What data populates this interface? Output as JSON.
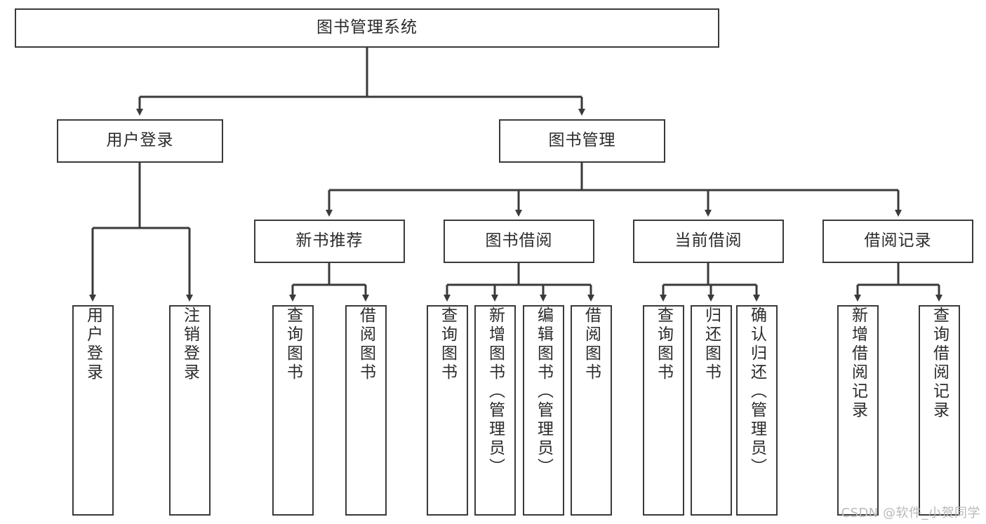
{
  "diagram": {
    "title": "图书管理系统",
    "type": "hierarchy-tree",
    "watermark": "CSDN @软件_小贺同学",
    "colors": {
      "box_border": "#3a3a3a",
      "box_fill": "#ffffff",
      "connector": "#3a3a3a",
      "text": "#2b2b2b",
      "watermark": "#b9b9b9"
    },
    "nodes": {
      "root": {
        "label": "图书管理系统"
      },
      "level2": [
        {
          "id": "user_login",
          "label": "用户登录"
        },
        {
          "id": "book_mgmt",
          "label": "图书管理"
        }
      ],
      "level3": [
        {
          "id": "new_book_rec",
          "label": "新书推荐"
        },
        {
          "id": "book_borrow",
          "label": "图书借阅"
        },
        {
          "id": "current_borrow",
          "label": "当前借阅"
        },
        {
          "id": "borrow_record",
          "label": "借阅记录"
        }
      ],
      "leaves": {
        "user_login": [
          {
            "id": "leaf_user_login",
            "label": "用户登录"
          },
          {
            "id": "leaf_user_logout",
            "label": "注销登录"
          }
        ],
        "new_book_rec": [
          {
            "id": "leaf_query_book_1",
            "label": "查询图书"
          },
          {
            "id": "leaf_borrow_book_1",
            "label": "借阅图书"
          }
        ],
        "book_borrow": [
          {
            "id": "leaf_query_book_2",
            "label": "查询图书"
          },
          {
            "id": "leaf_add_book",
            "label": "新增图书（管理员）"
          },
          {
            "id": "leaf_edit_book",
            "label": "编辑图书（管理员）"
          },
          {
            "id": "leaf_borrow_book_2",
            "label": "借阅图书"
          }
        ],
        "current_borrow": [
          {
            "id": "leaf_query_book_3",
            "label": "查询图书"
          },
          {
            "id": "leaf_return_book",
            "label": "归还图书"
          },
          {
            "id": "leaf_confirm_return",
            "label": "确认归还（管理员）"
          }
        ],
        "borrow_record": [
          {
            "id": "leaf_add_record",
            "label": "新增借阅记录"
          },
          {
            "id": "leaf_query_record",
            "label": "查询借阅记录"
          }
        ]
      }
    }
  }
}
